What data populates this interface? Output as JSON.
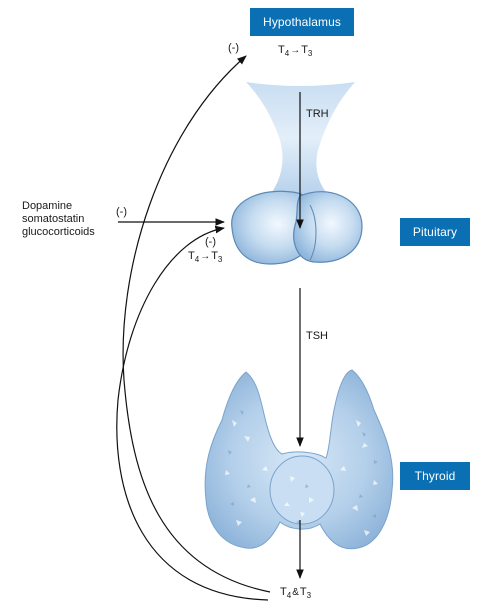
{
  "labels": {
    "hypothalamus": "Hypothalamus",
    "pituitary": "Pituitary",
    "thyroid": "Thyroid",
    "trh": "TRH",
    "tsh": "TSH",
    "inhibitors": [
      "Dopamine",
      "somatostatin",
      "glucocorticoids"
    ],
    "neg_top": "(-)",
    "neg_mid": "(-)",
    "neg_pit": "(-)"
  },
  "conversions": {
    "top": {
      "base1": "T",
      "sub1": "4",
      "arrow": "→",
      "base2": "T",
      "sub2": "3"
    },
    "pituitary": {
      "base1": "T",
      "sub1": "4",
      "arrow": "→",
      "base2": "T",
      "sub2": "3"
    },
    "bottom": {
      "base1": "T",
      "sub1": "4",
      "arrow": "&",
      "base2": "T",
      "sub2": "3"
    }
  },
  "colors": {
    "box_fill": "#0b6fb3",
    "tissue_light": "#e4f0fb",
    "tissue_mid": "#a9cbe9",
    "tissue_dark": "#6f9fc9",
    "outline": "#5b88b4"
  }
}
